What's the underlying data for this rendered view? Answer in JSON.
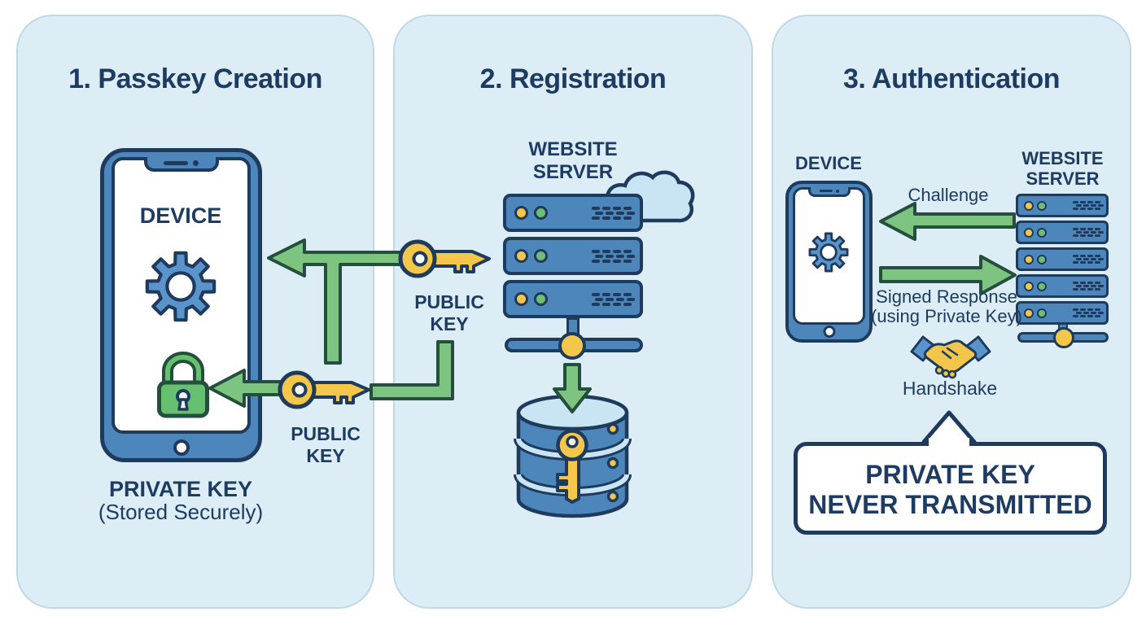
{
  "diagram_title": "Passkey flow diagram",
  "colors": {
    "background": "#ffffff",
    "panel_bg": "#ddedf6",
    "panel_border": "#bcd9e5",
    "navy_outline": "#1e3a5c",
    "text": "#1e3c61",
    "device_blue": "#4d86bb",
    "gear_blue": "#5b94ca",
    "light_blue": "#c9e5f4",
    "arrow_green": "#7cc47f",
    "arrow_green_dark": "#234f3c",
    "lock_green": "#67c06f",
    "key_yellow": "#f4c64a"
  },
  "panel1": {
    "title": "1. Passkey Creation",
    "device_label": "DEVICE",
    "public_key_label": "PUBLIC KEY",
    "private_key_label": "PRIVATE KEY",
    "private_key_note": "(Stored Securely)"
  },
  "panel2": {
    "title": "2. Registration",
    "server_label": "WEBSITE SERVER",
    "public_key_label": "PUBLIC KEY"
  },
  "panel3": {
    "title": "3. Authentication",
    "device_label": "DEVICE",
    "server_label": "WEBSITE SERVER",
    "challenge_label": "Challenge",
    "signed_response_label": "Signed Response",
    "signed_response_note": "(using Private Key)",
    "handshake_label": "Handshake",
    "callout_line1": "PRIVATE KEY",
    "callout_line2": "NEVER TRANSMITTED"
  },
  "icons": [
    "smartphone-icon",
    "gear-icon",
    "lock-icon",
    "key-icon",
    "server-rack-icon",
    "cloud-icon",
    "database-icon",
    "handshake-icon",
    "network-node-icon",
    "green-arrow"
  ]
}
